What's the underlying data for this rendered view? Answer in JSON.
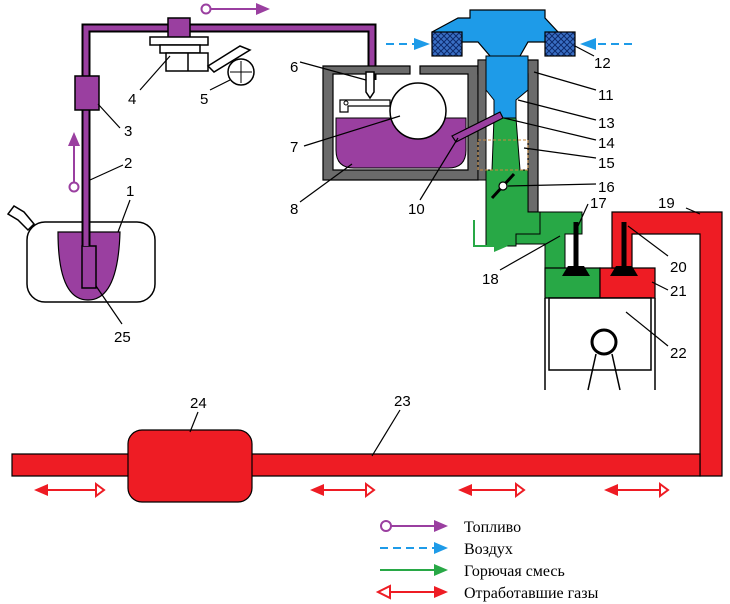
{
  "labels": [
    "1",
    "2",
    "3",
    "4",
    "5",
    "6",
    "7",
    "8",
    "10",
    "11",
    "12",
    "13",
    "14",
    "15",
    "16",
    "17",
    "18",
    "19",
    "20",
    "21",
    "22",
    "23",
    "24",
    "25"
  ],
  "legend": [
    {
      "text": "Топливо",
      "color": "#9a3fa0",
      "style": "fuel"
    },
    {
      "text": "Воздух",
      "color": "#1e9be8",
      "style": "air"
    },
    {
      "text": "Горючая смесь",
      "color": "#28a846",
      "style": "mix"
    },
    {
      "text": "Отработавшие газы",
      "color": "#ee1c24",
      "style": "exhaust"
    }
  ],
  "colors": {
    "fuel": "#9a3fa0",
    "air": "#1e9be8",
    "mixture": "#28a846",
    "exhaust": "#ee1c24",
    "body": "#6b6b6b",
    "filter": "#2a4d8f"
  }
}
